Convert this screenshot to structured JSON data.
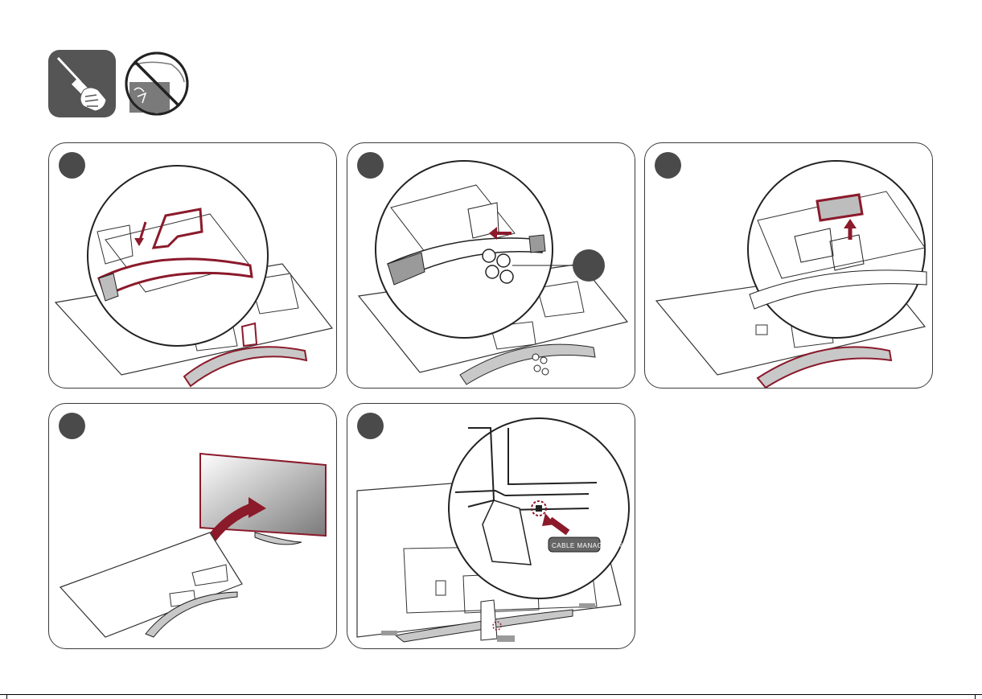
{
  "header_icons": [
    {
      "name": "screwdriver-icon",
      "meaning": "tool required"
    },
    {
      "name": "no-soft-surface-icon",
      "meaning": "prohibited"
    }
  ],
  "steps": [
    {
      "name": "step-1",
      "badge": ""
    },
    {
      "name": "step-2",
      "badge": ""
    },
    {
      "name": "step-3",
      "badge": ""
    },
    {
      "name": "step-4",
      "badge": ""
    },
    {
      "name": "step-5",
      "badge": ""
    }
  ],
  "step2": {
    "screw_callout": ""
  },
  "step5": {
    "cover_label": "CABLE MANAGEMENT"
  },
  "colors": {
    "accent": "#8b1a2b",
    "badge": "#4a4a4a",
    "icon_bg": "#555555",
    "outline": "#2a2a2a"
  }
}
